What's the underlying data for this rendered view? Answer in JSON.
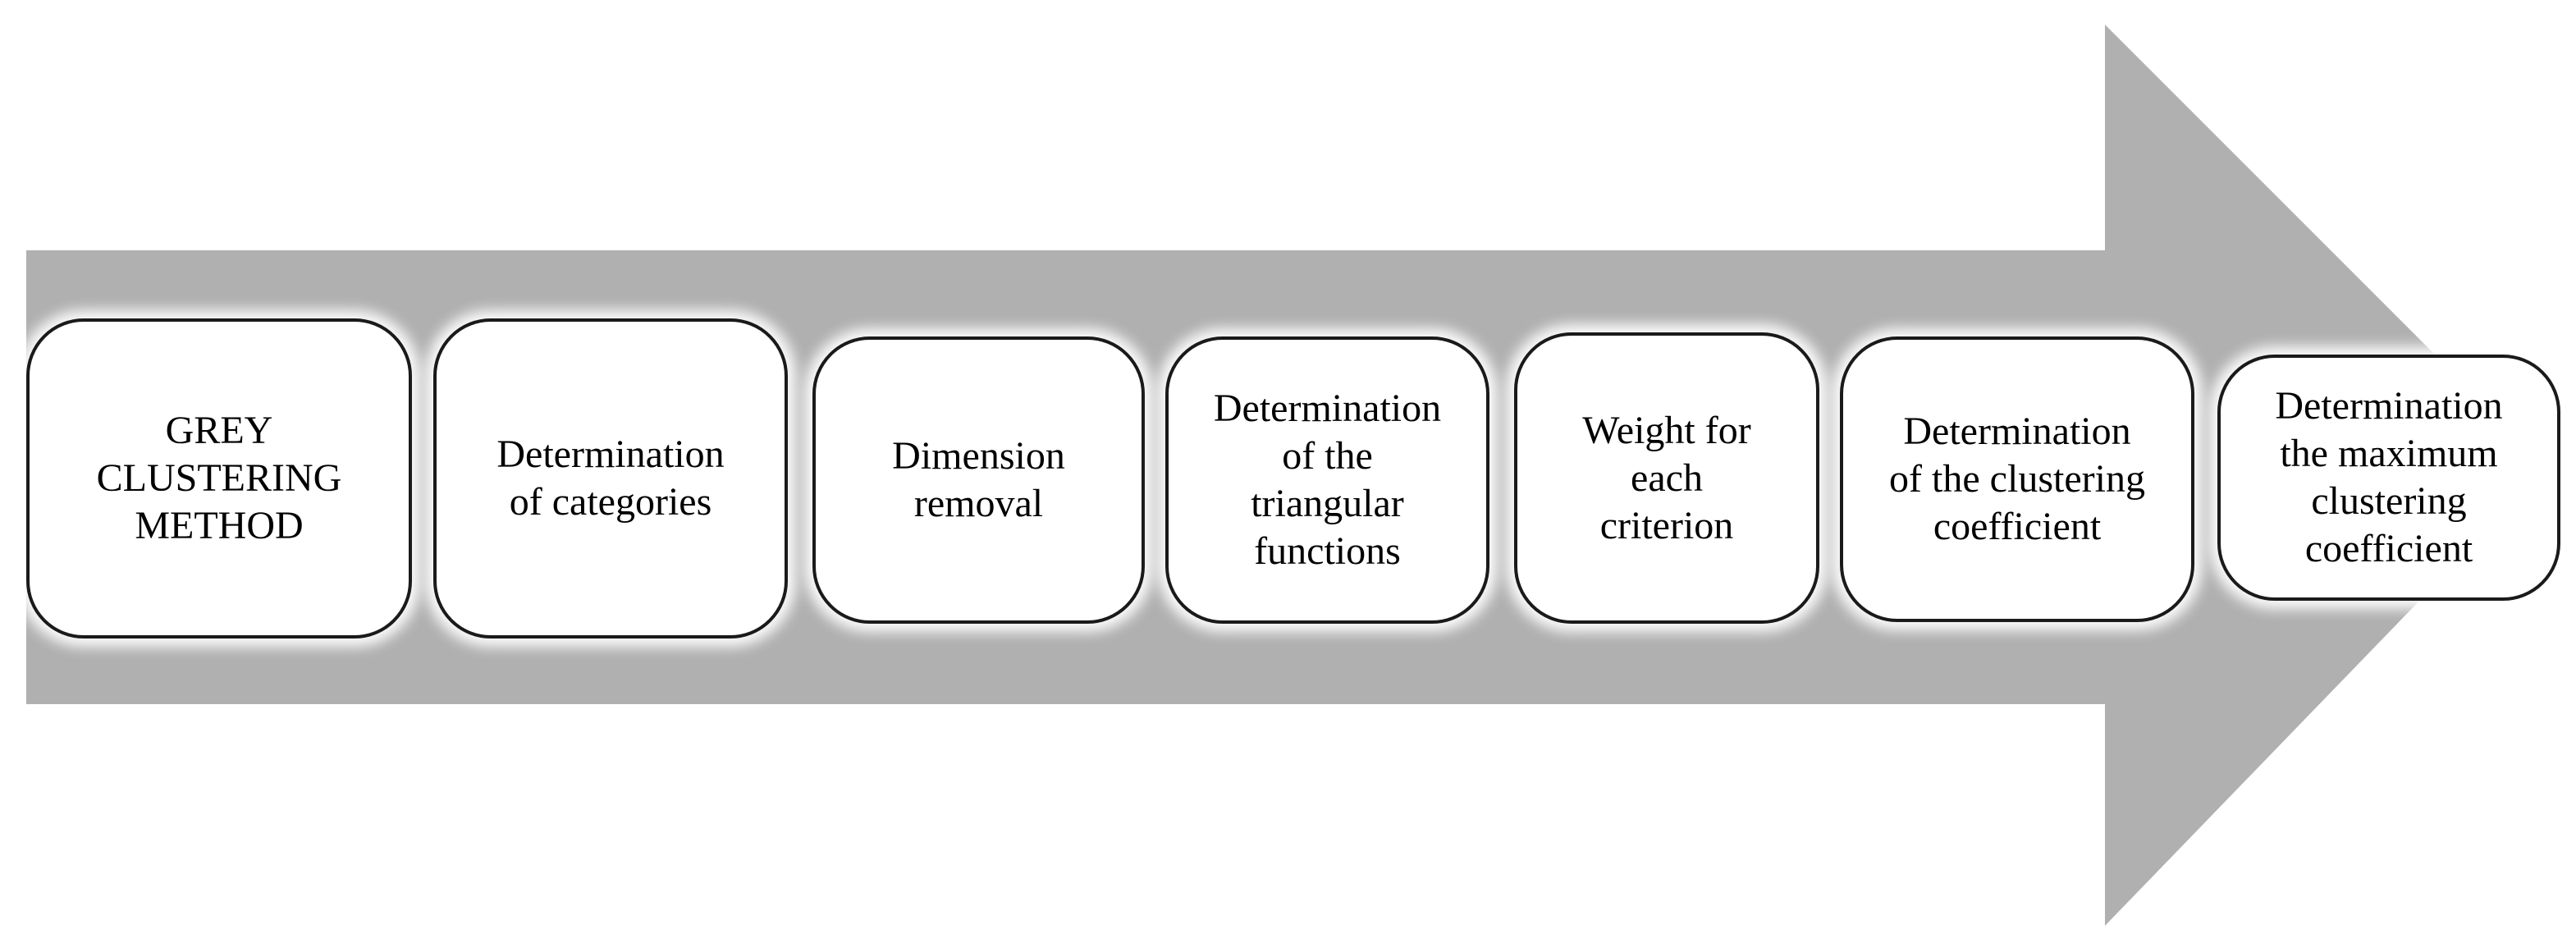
{
  "diagram": {
    "arrow": {
      "fill": "#b0b0b0"
    },
    "steps": [
      {
        "label": "GREY\nCLUSTERING\nMETHOD"
      },
      {
        "label": "Determination\nof categories"
      },
      {
        "label": "Dimension\nremoval"
      },
      {
        "label": "Determination\nof the\ntriangular\nfunctions"
      },
      {
        "label": "Weight  for\neach\ncriterion"
      },
      {
        "label": "Determination\nof the clustering\ncoefficient"
      },
      {
        "label": "Determination\nthe maximum\nclustering\ncoefficient"
      }
    ]
  }
}
